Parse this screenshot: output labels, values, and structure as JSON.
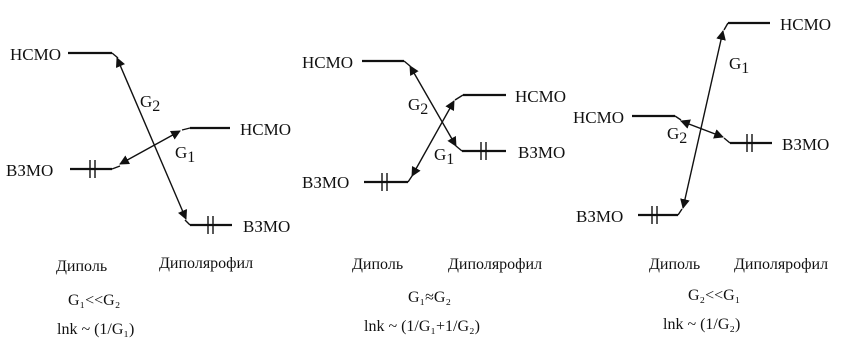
{
  "panels": [
    {
      "dipole_homo": "ВЗМО",
      "dipole_lumo": "НСМО",
      "dipolarophile_homo": "ВЗМО",
      "dipolarophile_lumo": "НСМО",
      "gap_a": "G",
      "gap_a_sub": "1",
      "gap_b": "G",
      "gap_b_sub": "2",
      "dipole_caption": "Диполь",
      "dipolarophile_caption": "Диполярофил",
      "relation": "G₁<<G₂",
      "rate": "lnk ~ (1/G₁)"
    },
    {
      "dipole_homo": "ВЗМО",
      "dipole_lumo": "НСМО",
      "dipolarophile_homo": "ВЗМО",
      "dipolarophile_lumo": "НСМО",
      "gap_a": "G",
      "gap_a_sub": "1",
      "gap_b": "G",
      "gap_b_sub": "2",
      "dipole_caption": "Диполь",
      "dipolarophile_caption": "Диполярофил",
      "relation": "G₁≈G₂",
      "rate": "lnk ~ (1/G₁+1/G₂)"
    },
    {
      "dipole_homo": "ВЗМО",
      "dipole_lumo": "НСМО",
      "dipolarophile_homo": "ВЗМО",
      "dipolarophile_lumo": "НСМО",
      "gap_a": "G",
      "gap_a_sub": "1",
      "gap_b": "G",
      "gap_b_sub": "2",
      "dipole_caption": "Диполь",
      "dipolarophile_caption": "Диполярофил",
      "relation": "G₂<<G₁",
      "rate": "lnk ~ (1/G₂)"
    }
  ]
}
